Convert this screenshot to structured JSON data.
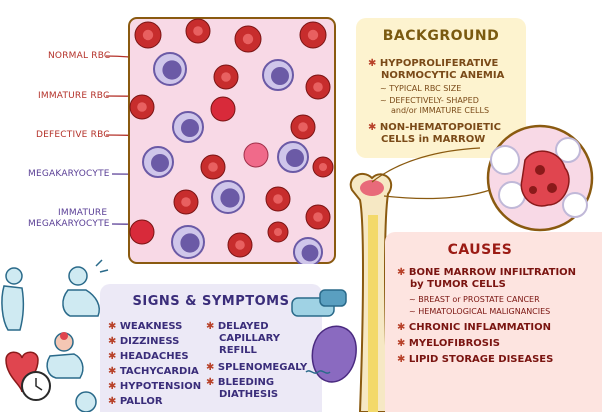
{
  "smear_labels": {
    "normal_rbc": "NORMAL RBC",
    "immature_rbc": "IMMATURE RBC",
    "defective_rbc": "DEFECTIVE RBC",
    "megakaryocyte": "MEGAKARYOCYTE",
    "immature_megakaryocyte_line1": "IMMATURE",
    "immature_megakaryocyte_line2": "MEGAKARYOCYTE"
  },
  "background": {
    "title": "BACKGROUND",
    "items": [
      {
        "lines": [
          "HYPOPROLIFERATIVE",
          "NORMOCYTIC ANEMIA"
        ]
      },
      {
        "lines": [
          "NON-HEMATOPOIETIC",
          "CELLS in MARROW"
        ]
      }
    ],
    "sub_items": [
      {
        "lines": [
          "TYPICAL RBC SIZE"
        ]
      },
      {
        "lines": [
          "DEFECTIVELY- SHAPED",
          "and/or IMMATURE CELLS"
        ]
      }
    ],
    "bullet": "✱",
    "dash": "~"
  },
  "causes": {
    "title": "CAUSES",
    "items": [
      {
        "lines": [
          "BONE MARROW INFILTRATION",
          "by TUMOR CELLS"
        ]
      },
      {
        "lines": [
          "CHRONIC INFLAMMATION"
        ]
      },
      {
        "lines": [
          "MYELOFIBROSIS"
        ]
      },
      {
        "lines": [
          "LIPID STORAGE DISEASES"
        ]
      }
    ],
    "sub_items": [
      {
        "lines": [
          "BREAST or PROSTATE CANCER"
        ]
      },
      {
        "lines": [
          "HEMATOLOGICAL MALIGNANCIES"
        ]
      }
    ]
  },
  "symptoms": {
    "title": "SIGNS & SYMPTOMS",
    "left_column": [
      "WEAKNESS",
      "DIZZINESS",
      "HEADACHES",
      "TACHYCARDIA",
      "HYPOTENSION",
      "PALLOR"
    ],
    "right_column": [
      {
        "lines": [
          "DELAYED",
          "CAPILLARY",
          "REFILL"
        ]
      },
      {
        "lines": [
          "SPLENOMEGALY"
        ]
      },
      {
        "lines": [
          "BLEEDING",
          "DIATHESIS"
        ]
      }
    ]
  },
  "colors": {
    "normal_rbc_label": "#b4322a",
    "megakaryocyte_label": "#5a3f96",
    "background_panel": "#fdf3cf",
    "causes_panel": "#fde4e0",
    "symptoms_panel": "#ece9f6",
    "smear_bg": "#f8d9e6",
    "rbc": "#c72d2d",
    "megakaryocyte": "#6b5aa6"
  }
}
